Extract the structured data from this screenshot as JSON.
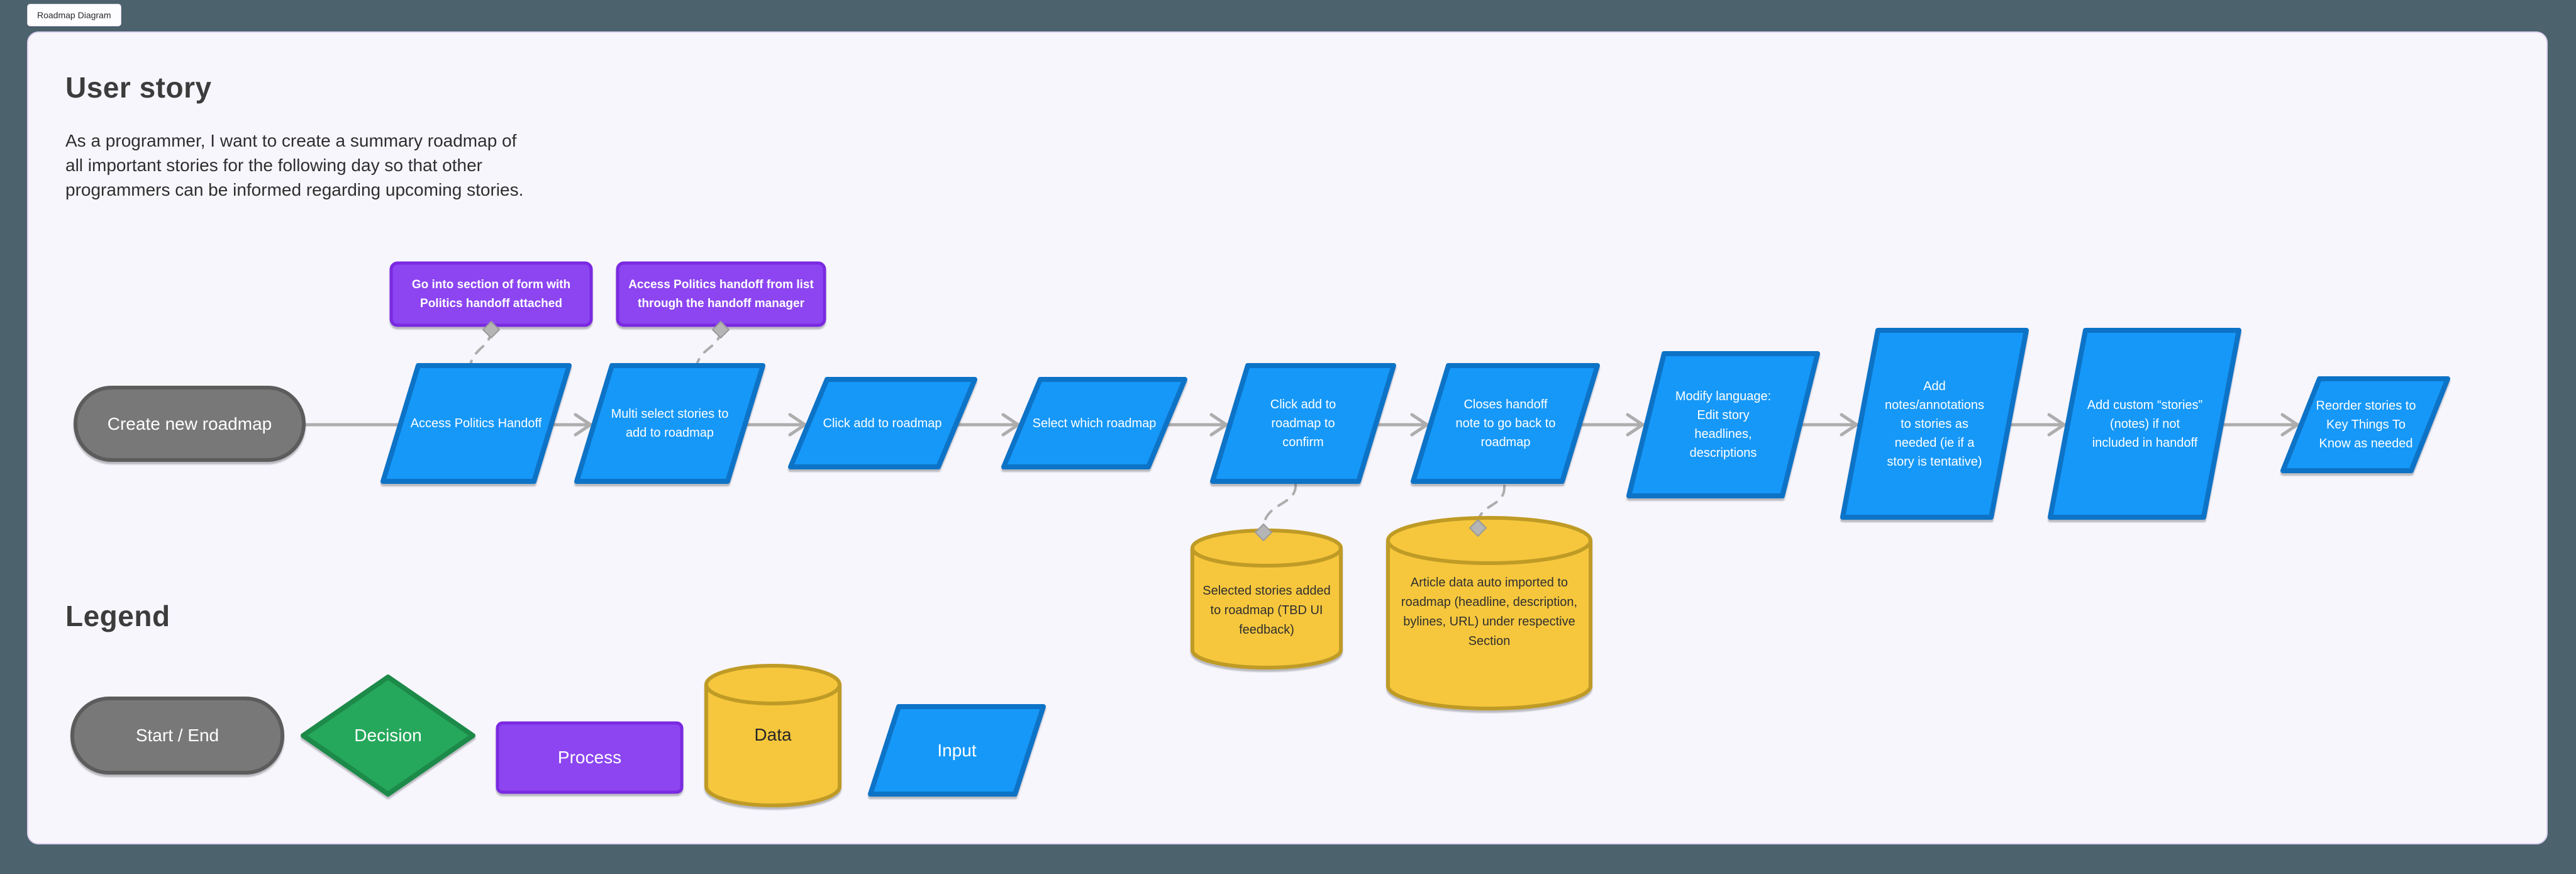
{
  "window": {
    "tab_label": "Roadmap Diagram"
  },
  "user_story": {
    "title": "User story",
    "description": "As a programmer, I want to create a summary roadmap of all important stories for the following day so that other programmers can be informed regarding upcoming stories."
  },
  "notes": [
    {
      "label": "Go into section of form with Politics handoff attached"
    },
    {
      "label": "Access Politics handoff from list through the handoff manager"
    }
  ],
  "flow": {
    "start": {
      "label": "Create new roadmap"
    },
    "steps": [
      {
        "label": "Access Politics Handoff"
      },
      {
        "label": "Multi select stories to add to roadmap"
      },
      {
        "label": "Click add to roadmap"
      },
      {
        "label": "Select which roadmap"
      },
      {
        "label": "Click add to roadmap to confirm"
      },
      {
        "label": "Closes handoff note to go back to roadmap"
      },
      {
        "label": "Modify language: Edit story headlines, descriptions"
      },
      {
        "label": "Add notes/annotations to stories as needed (ie if a story is tentative)"
      },
      {
        "label": "Add custom “stories” (notes) if not included in handoff"
      },
      {
        "label": "Reorder stories to Key Things To Know as needed"
      }
    ]
  },
  "data_stores": [
    {
      "label": "Selected stories added to roadmap (TBD UI feedback)"
    },
    {
      "label": "Article data auto imported to roadmap (headline, description, bylines, URL) under respective Section"
    }
  ],
  "legend": {
    "title": "Legend",
    "items": [
      {
        "shape": "stadium",
        "label": "Start / End"
      },
      {
        "shape": "diamond",
        "label": "Decision"
      },
      {
        "shape": "rectangle",
        "label": "Process"
      },
      {
        "shape": "cylinder",
        "label": "Data"
      },
      {
        "shape": "parallelogram",
        "label": "Input"
      }
    ]
  },
  "palette": {
    "app_bg": "#4c626c",
    "canvas_bg": "#f8f6fd",
    "blue_fill": "#1598f8",
    "blue_stroke": "#1173c6",
    "gray_fill": "#787878",
    "gray_stroke": "#5c5c5c",
    "purple_fill": "#8c45f1",
    "purple_stroke": "#7a2be0",
    "yellow_fill": "#f6c73c",
    "yellow_stroke": "#bf9b25",
    "green_fill": "#27a85c",
    "green_stroke": "#1d8a4a",
    "connector": "#adadad"
  }
}
